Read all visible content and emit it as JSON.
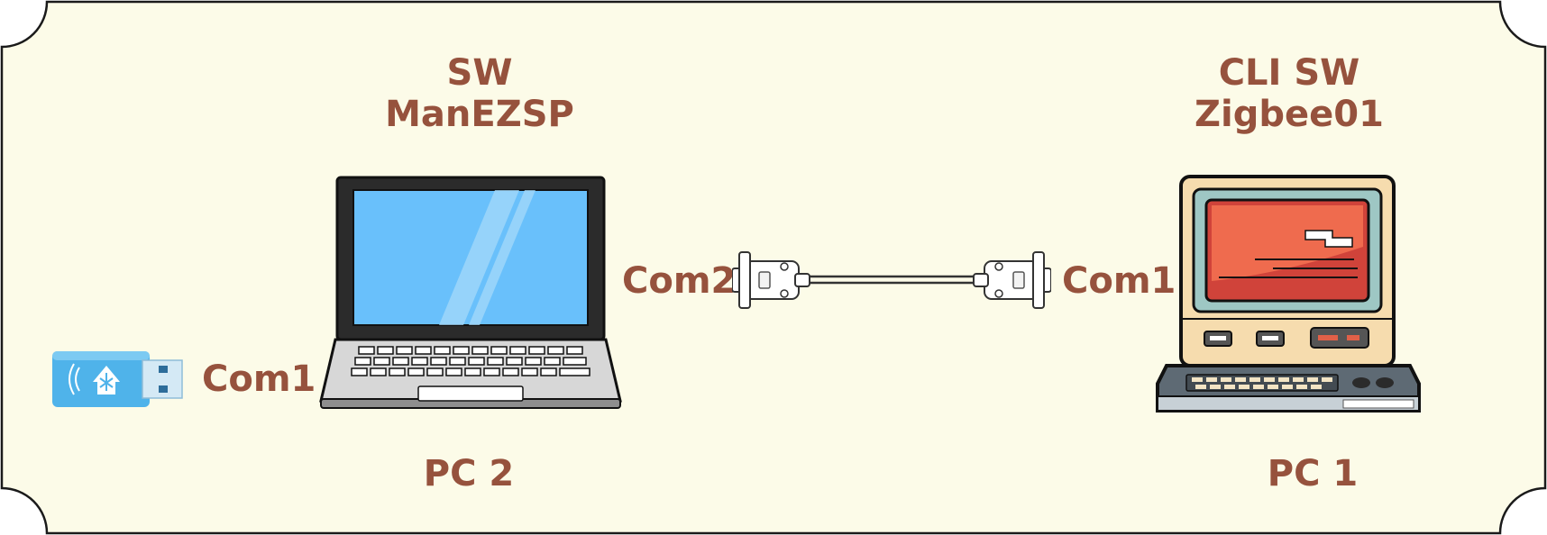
{
  "colors": {
    "background": "#fcfbe8",
    "border": "#1a1a1a",
    "label": "#96523d",
    "laptop_screen": "#69c0fb",
    "usb_stick": "#4fb3ea",
    "retro_screen": "#ef6b4e",
    "retro_case": "#f6dcae"
  },
  "icons": {
    "usb_stick": "usb-zigbee-stick-icon",
    "laptop": "laptop-icon",
    "retro_pc": "retro-computer-icon",
    "cable": "serial-db9-cable-icon"
  },
  "labels": {
    "pc2_sw_line1": "SW",
    "pc2_sw_line2": "ManEZSP",
    "pc1_sw_line1": "CLI SW",
    "pc1_sw_line2": "Zigbee01",
    "usb_port": "Com1",
    "laptop_port": "Com2",
    "desktop_port": "Com1",
    "pc2_name": "PC 2",
    "pc1_name": "PC 1"
  }
}
